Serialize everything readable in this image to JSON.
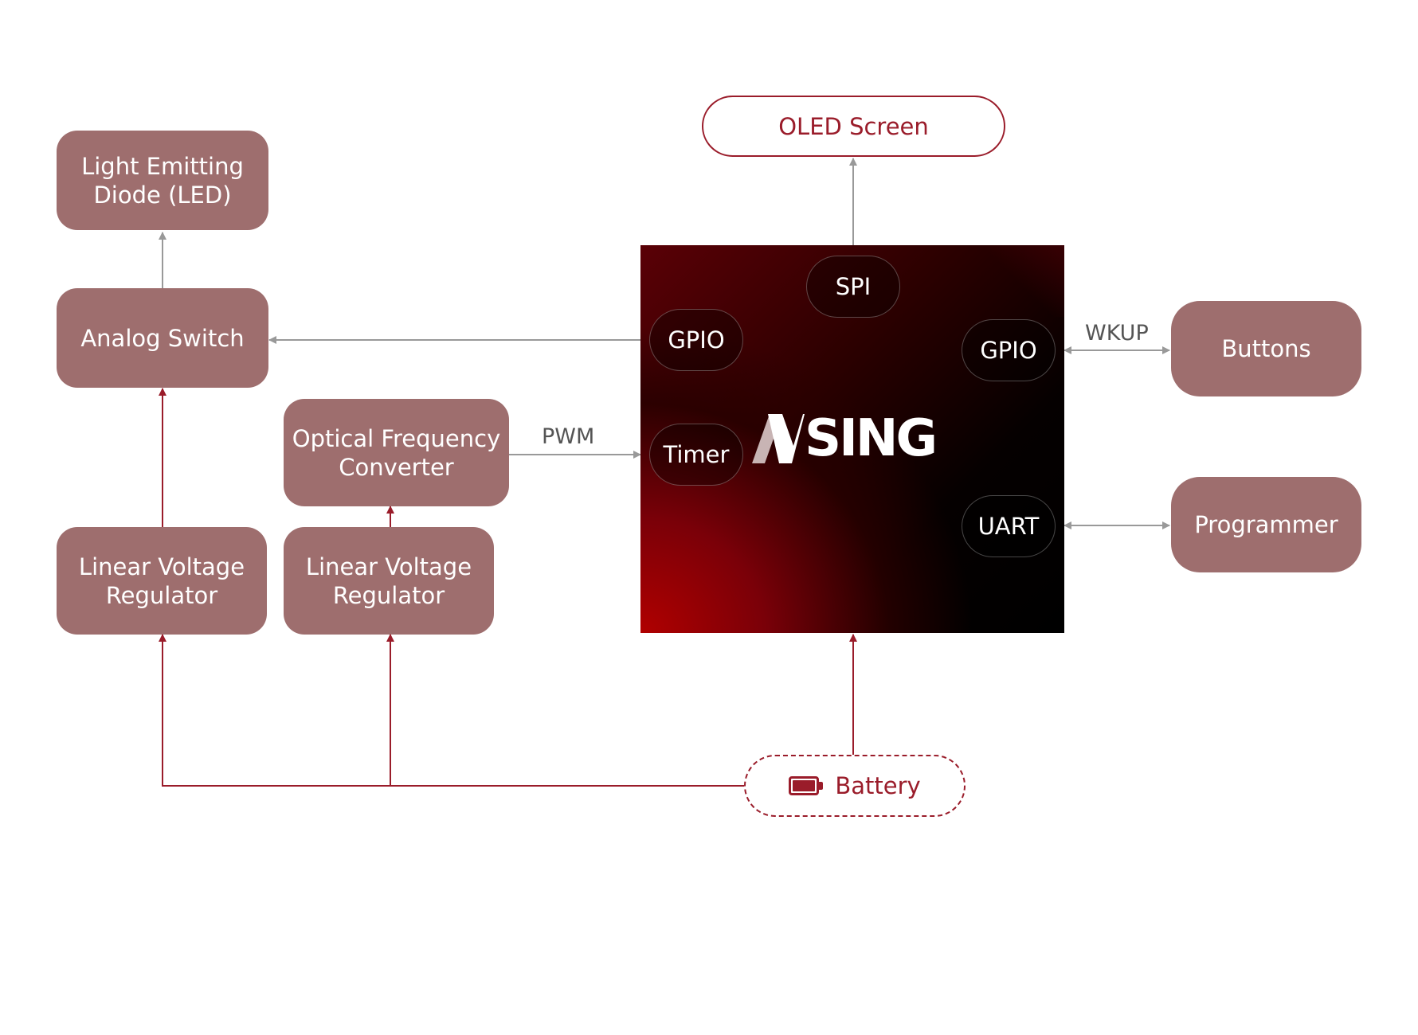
{
  "colors": {
    "block_fill": "#9e6e6e",
    "power_line": "#9a1c2a",
    "signal_line": "#999999",
    "accent": "#9a1c2a"
  },
  "blocks": {
    "led": "Light Emitting\nDiode (LED)",
    "analog_switch": "Analog Switch",
    "optical_converter": "Optical Frequency\nConverter",
    "regulator_1": "Linear Voltage\nRegulator",
    "regulator_2": "Linear Voltage\nRegulator",
    "buttons": "Buttons",
    "programmer": "Programmer",
    "oled": "OLED Screen",
    "battery": "Battery"
  },
  "mcu": {
    "logo": "SING",
    "logo_icon": "nsing-n-mark",
    "ports": {
      "spi": "SPI",
      "gpio_left": "GPIO",
      "gpio_right": "GPIO",
      "timer": "Timer",
      "uart": "UART"
    }
  },
  "edge_labels": {
    "pwm": "PWM",
    "wkup": "WKUP"
  },
  "icons": {
    "battery": "battery-icon"
  }
}
